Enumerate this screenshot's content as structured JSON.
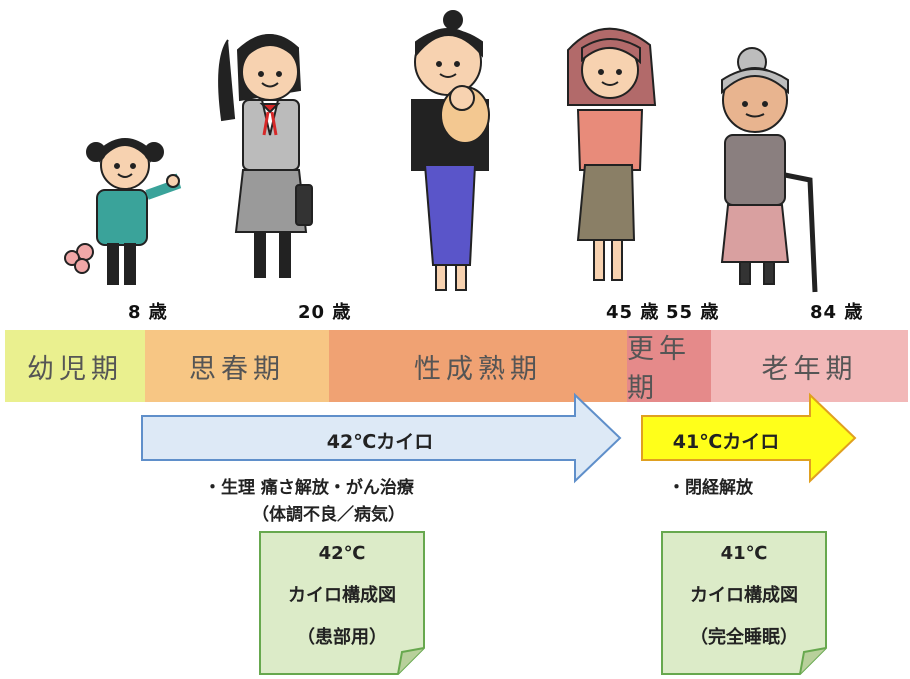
{
  "ages": {
    "a8": "8 歳",
    "a20": "20 歳",
    "a45": "45 歳",
    "a55": "55 歳",
    "a84": "84 歳"
  },
  "stages": {
    "infancy": "幼児期",
    "puberty": "思春期",
    "maturity": "性成熟期",
    "menopause": "更年期",
    "elderly": "老年期"
  },
  "stage_colors": {
    "infancy": "#eaf08f",
    "puberty": "#f7c684",
    "maturity": "#f0a273",
    "menopause": "#e58a8a",
    "elderly": "#f2b8b8"
  },
  "arrows": {
    "left": {
      "label": "42℃カイロ",
      "fill": "#dde9f6",
      "stroke": "#5f8fca"
    },
    "right": {
      "label": "41℃カイロ",
      "fill": "#ffff1a",
      "stroke": "#e0a020"
    }
  },
  "notes": {
    "left_line1": "・生理 痛さ解放・がん治療",
    "left_line2": "（体調不良／病気）",
    "right_line1": "・閉経解放"
  },
  "cards": {
    "left": {
      "line1": "42℃",
      "line2": "カイロ構成図",
      "line3": "（患部用）"
    },
    "right": {
      "line1": "41℃",
      "line2": "カイロ構成図",
      "line3": "（完全睡眠）"
    }
  },
  "figures": [
    "girl-child-figure",
    "student-figure",
    "mother-with-baby-figure",
    "middle-aged-woman-figure",
    "elderly-woman-with-cane-figure"
  ]
}
